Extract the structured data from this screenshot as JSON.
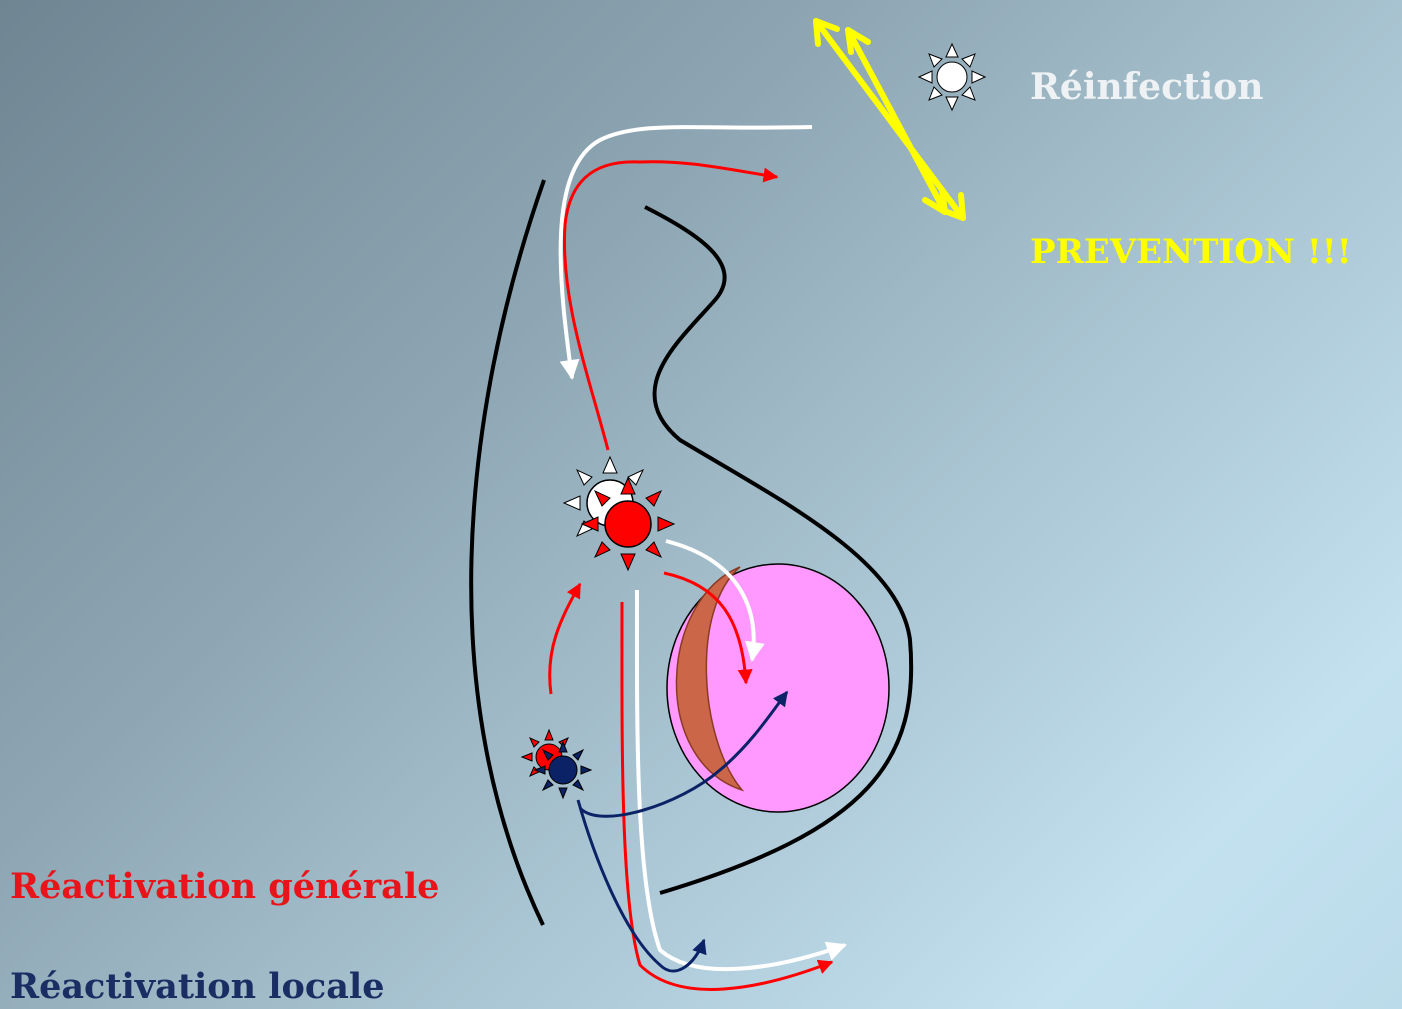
{
  "labels": {
    "reinfection": "Réinfection",
    "prevention": "PREVENTION !!!",
    "general_reactivation": "Réactivation générale",
    "local_reactivation": "Réactivation locale"
  },
  "colors": {
    "general": "#ff0000",
    "local": "#0b2266",
    "reinfection": "#ffffff",
    "prevention": "#ffff00",
    "lens": "#ff99ff",
    "lens_crescent": "#cc6649",
    "outline": "#000000"
  },
  "icons": [
    "sun-star-icon",
    "red-virus-icon",
    "blue-virus-icon",
    "double-arrow-icon"
  ]
}
